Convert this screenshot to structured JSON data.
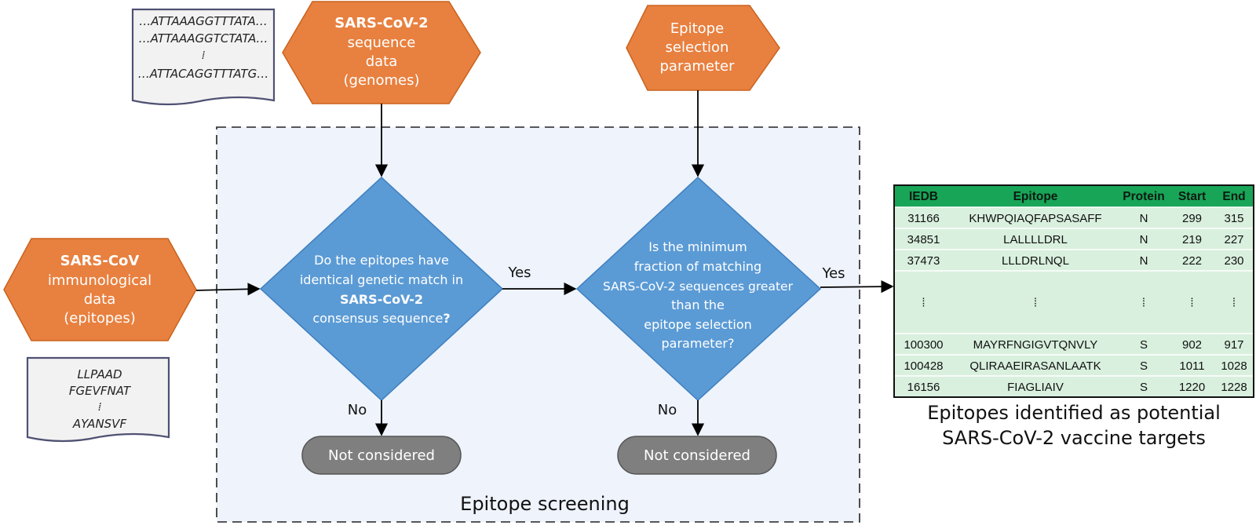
{
  "colors": {
    "input_fill": "#E8803F",
    "decision_fill": "#5B9BD5",
    "terminal_fill": "#7F7F7F",
    "screening_bg": "#EEF3FC",
    "table_header": "#18A558",
    "table_body": "#D9F0DE",
    "doc_fill": "#F2F2F2",
    "doc_stroke": "#4F5173"
  },
  "genome_input": {
    "title": "SARS-CoV-2",
    "lines": [
      "sequence",
      "data",
      "(genomes)"
    ]
  },
  "epitope_input": {
    "title": "SARS-CoV",
    "lines": [
      "immunological",
      "data",
      "(epitopes)"
    ]
  },
  "parameter_input": {
    "lines": [
      "Epitope",
      "selection",
      "parameter"
    ]
  },
  "sequence_doc": {
    "lines": [
      "…ATTAAAGGTTTATA…",
      "…ATTAAAGGTCTATA…",
      "⁞",
      "…ATTACAGGTTTATG…"
    ]
  },
  "epitope_doc": {
    "lines": [
      "LLPAAD",
      "FGEVFNAT",
      "⁞",
      "AYANSVF"
    ]
  },
  "decision_match": {
    "line1": "Do the epitopes have",
    "line2": "identical genetic match in",
    "line3": "SARS-CoV-2",
    "line4": "consensus sequence",
    "line4_mark": "?"
  },
  "decision_fraction": {
    "lines": [
      "Is the minimum",
      "fraction of matching",
      "SARS-CoV-2 sequences greater",
      "than the",
      "epitope selection",
      "parameter?"
    ]
  },
  "edge_labels": {
    "yes_1": "Yes",
    "no_1": "No",
    "yes_2": "Yes",
    "no_2": "No"
  },
  "terminal_1": {
    "label": "Not considered"
  },
  "terminal_2": {
    "label": "Not considered"
  },
  "screening_label": "Epitope screening",
  "result_caption": [
    "Epitopes identified as potential",
    "SARS-CoV-2 vaccine targets"
  ],
  "result_table": {
    "columns": [
      "IEDB",
      "Epitope",
      "Protein",
      "Start",
      "End"
    ],
    "rows": [
      [
        "31166",
        "KHWPQIAQFAPSASAFF",
        "N",
        "299",
        "315"
      ],
      [
        "34851",
        "LALLLLDRL",
        "N",
        "219",
        "227"
      ],
      [
        "37473",
        "LLLDRLNQL",
        "N",
        "222",
        "230"
      ],
      [
        "⁞",
        "⁞",
        "⁞",
        "⁞",
        "⁞"
      ],
      [
        "100300",
        "MAYRFNGIGVTQNVLY",
        "S",
        "902",
        "917"
      ],
      [
        "100428",
        "QLIRAAEIRASANLAATK",
        "S",
        "1011",
        "1028"
      ],
      [
        "16156",
        "FIAGLIAIV",
        "S",
        "1220",
        "1228"
      ]
    ]
  }
}
